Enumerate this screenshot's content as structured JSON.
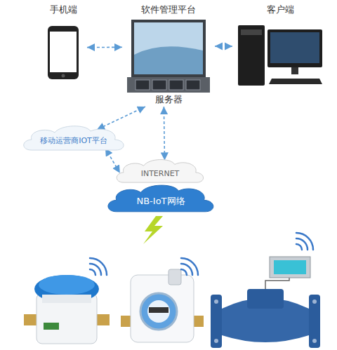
{
  "diagram": {
    "nodes": [
      {
        "text": [
          "手机端"
        ]
      },
      {
        "text": [
          "软件管理平台",
          "服务器"
        ]
      },
      {
        "text": [
          "客户端"
        ]
      },
      {
        "text": [
          "移动运营商IOT平台"
        ]
      },
      {
        "text": [
          "INTERNET"
        ]
      },
      {
        "text": [
          "NB-IoT网络"
        ]
      }
    ],
    "edges": [
      {
        "from": 0,
        "to": 1,
        "arrow": "both"
      },
      {
        "from": 1,
        "to": 2,
        "arrow": "both"
      },
      {
        "from": 1,
        "to": 3,
        "arrow": "both"
      },
      {
        "from": 3,
        "to": 4,
        "arrow": "both"
      },
      {
        "from": 1,
        "to": 4,
        "arrow": "both"
      }
    ]
  }
}
